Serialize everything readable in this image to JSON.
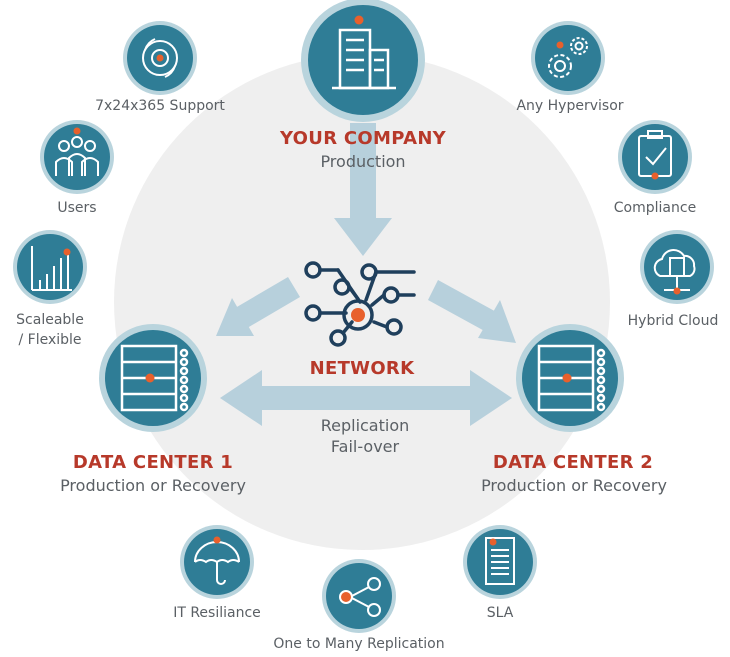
{
  "colors": {
    "teal": "#2f7d96",
    "teal_ring": "#b9d4dd",
    "accent_orange": "#e8602c",
    "arrow": "#b7d0dc",
    "backdrop": "#efefef",
    "title_red": "#b7392a",
    "network_navy": "#1f3f5c"
  },
  "nodes": {
    "your_company": {
      "title": "YOUR COMPANY",
      "subtitle": "Production",
      "icon": "office-building-icon"
    },
    "network": {
      "title": "NETWORK",
      "icon": "circuit-network-icon"
    },
    "data_center_1": {
      "title": "DATA CENTER 1",
      "subtitle": "Production or Recovery",
      "icon": "server-rack-icon"
    },
    "data_center_2": {
      "title": "DATA CENTER 2",
      "subtitle": "Production or Recovery",
      "icon": "server-rack-icon"
    },
    "link_label_1": "Replication",
    "link_label_2": "Fail-over"
  },
  "features": [
    {
      "label": "7x24x365 Support",
      "icon": "clock-cycle-icon"
    },
    {
      "label": "Users",
      "icon": "users-group-icon"
    },
    {
      "label": "Scaleable",
      "label2": "/ Flexible",
      "icon": "bar-chart-icon"
    },
    {
      "label": "Any Hypervisor",
      "icon": "gears-icon"
    },
    {
      "label": "Compliance",
      "icon": "clipboard-check-icon"
    },
    {
      "label": "Hybrid Cloud",
      "icon": "cloud-server-icon"
    },
    {
      "label": "IT Resiliance",
      "icon": "umbrella-icon"
    },
    {
      "label": "One to Many Replication",
      "icon": "share-icon"
    },
    {
      "label": "SLA",
      "icon": "document-icon"
    }
  ]
}
